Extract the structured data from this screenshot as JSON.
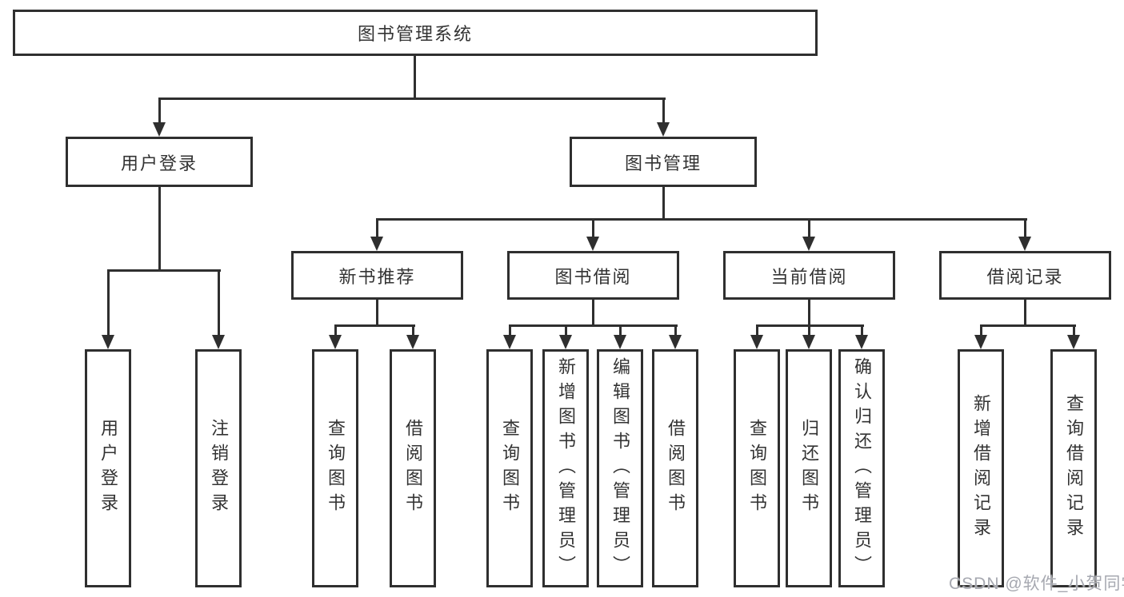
{
  "root": {
    "label": "图书管理系统",
    "children": [
      {
        "label": "用户登录",
        "children": [
          {
            "label": "用户登录"
          },
          {
            "label": "注销登录"
          }
        ]
      },
      {
        "label": "图书管理",
        "children": [
          {
            "label": "新书推荐",
            "children": [
              {
                "label": "查询图书"
              },
              {
                "label": "借阅图书"
              }
            ]
          },
          {
            "label": "图书借阅",
            "children": [
              {
                "label": "查询图书"
              },
              {
                "label": "新增图书（管理员）"
              },
              {
                "label": "编辑图书（管理员）"
              },
              {
                "label": "借阅图书"
              }
            ]
          },
          {
            "label": "当前借阅",
            "children": [
              {
                "label": "查询图书"
              },
              {
                "label": "归还图书"
              },
              {
                "label": "确认归还（管理员）"
              }
            ]
          },
          {
            "label": "借阅记录",
            "children": [
              {
                "label": "新增借阅记录"
              },
              {
                "label": "查询借阅记录"
              }
            ]
          }
        ]
      }
    ]
  },
  "watermark": "CSDN @软件_小贺同学",
  "colors": {
    "line": "#2f2f2f",
    "text": "#333333",
    "background": "#ffffff",
    "watermark": "#a6a8b0"
  }
}
